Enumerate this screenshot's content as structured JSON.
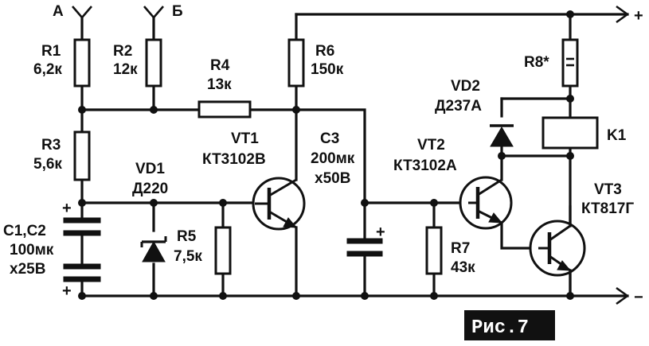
{
  "terminals": {
    "a": "А",
    "b": "Б",
    "plus": "+",
    "minus": "−"
  },
  "components": {
    "r1": {
      "ref": "R1",
      "value": "6,2к"
    },
    "r2": {
      "ref": "R2",
      "value": "12к"
    },
    "r3": {
      "ref": "R3",
      "value": "5,6к"
    },
    "r4": {
      "ref": "R4",
      "value": "13к"
    },
    "r5": {
      "ref": "R5",
      "value": "7,5к"
    },
    "r6": {
      "ref": "R6",
      "value": "150к"
    },
    "r7": {
      "ref": "R7",
      "value": "43к"
    },
    "r8": {
      "ref": "R8*"
    },
    "c1c2": {
      "ref": "C1,C2",
      "value": "100мк",
      "voltage": "x25В"
    },
    "c3": {
      "ref": "C3",
      "value": "200мк",
      "voltage": "x50В"
    },
    "vd1": {
      "ref": "VD1",
      "part": "Д220"
    },
    "vd2": {
      "ref": "VD2",
      "part": "Д237А"
    },
    "vt1": {
      "ref": "VT1",
      "part": "КТ3102В"
    },
    "vt2": {
      "ref": "VT2",
      "part": "КТ3102А"
    },
    "vt3": {
      "ref": "VT3",
      "part": "КТ817Г"
    },
    "k1": {
      "ref": "K1"
    }
  },
  "polarity": {
    "c1_plus": "+",
    "c2_plus": "+",
    "c3_plus": "+"
  },
  "figure_label": "Рис.7"
}
